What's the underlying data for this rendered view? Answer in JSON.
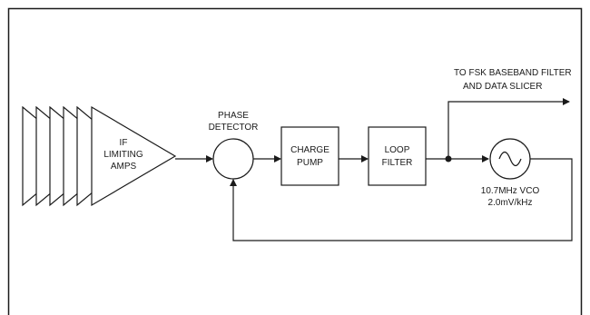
{
  "diagram": {
    "if_amps": {
      "line1": "IF",
      "line2": "LIMITING",
      "line3": "AMPS"
    },
    "phase_detector": {
      "line1": "PHASE",
      "line2": "DETECTOR"
    },
    "charge_pump": {
      "line1": "CHARGE",
      "line2": "PUMP"
    },
    "loop_filter": {
      "line1": "LOOP",
      "line2": "FILTER"
    },
    "vco": {
      "line1": "10.7MHz VCO",
      "line2": "2.0mV/kHz"
    },
    "output": {
      "line1": "TO FSK BASEBAND FILTER",
      "line2": "AND DATA SLICER"
    },
    "colors": {
      "line": "#1a1a1a",
      "frame": "#1a1a1a",
      "background": "#ffffff"
    }
  }
}
